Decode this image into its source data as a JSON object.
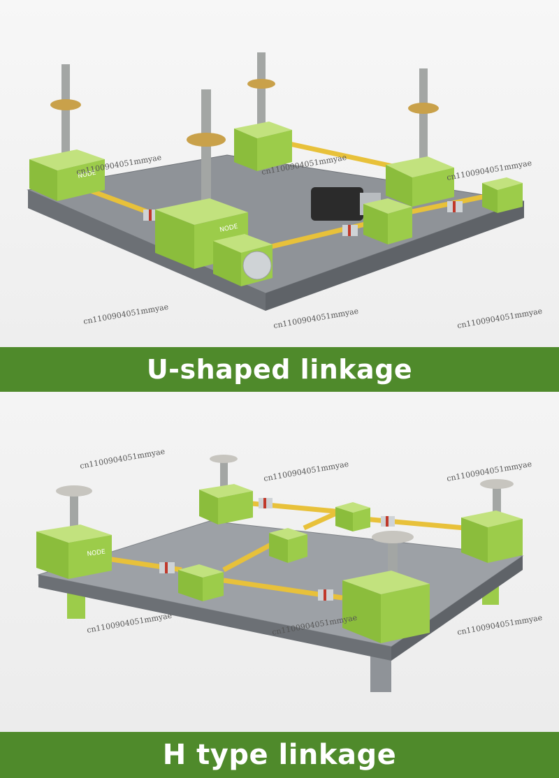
{
  "top_section": {
    "caption": "U-shaped linkage",
    "watermarks": [
      "cn1100904051mmyae",
      "cn1100904051mmyae",
      "cn1100904051mmyae",
      "cn1100904051mmyae",
      "cn1100904051mmyae",
      "cn1100904051mmyae"
    ],
    "brand_mark": "NODE"
  },
  "bottom_section": {
    "caption": "H type linkage",
    "watermarks": [
      "cn1100904051mmyae",
      "cn1100904051mmyae",
      "cn1100904051mmyae",
      "cn1100904051mmyae",
      "cn1100904051mmyae",
      "cn1100904051mmyae"
    ],
    "brand_mark": "NODE"
  },
  "colors": {
    "banner": "#4f8a2b",
    "jack_green": "#9ccc4a",
    "shaft_yellow": "#e8c13a",
    "plate_gray": "#8f9398",
    "coupling_red": "#c0392b"
  }
}
